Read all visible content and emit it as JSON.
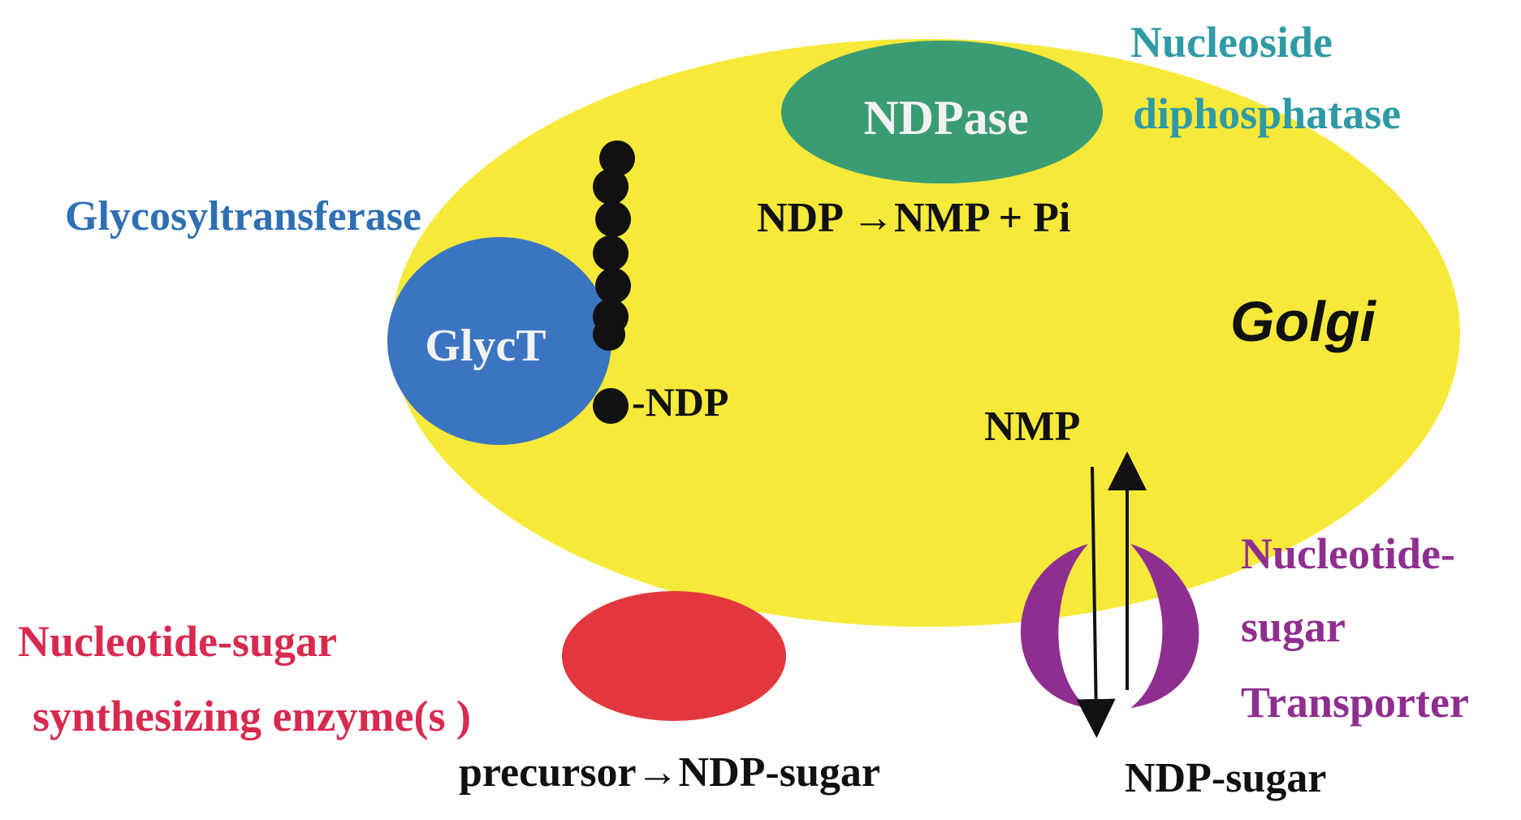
{
  "labels": {
    "nucleoside_diphosphatase_line1": "Nucleoside",
    "nucleoside_diphosphatase_line2": "diphosphatase",
    "ndpase": "NDPase",
    "glycosyltransferase": "Glycosyltransferase",
    "glyct": "GlycT",
    "reaction_ndp_nmp": "NDP →NMP + Pi",
    "golgi": "Golgi",
    "ndp_tag": "-NDP",
    "nmp": "NMP",
    "transporter_line1": "Nucleotide-",
    "transporter_line2": "sugar",
    "transporter_line3": "Transporter",
    "synth_line1": "Nucleotide-sugar",
    "synth_line2": "synthesizing enzyme(s )",
    "precursor_reaction": "precursor→NDP-sugar",
    "ndp_sugar": "NDP-sugar"
  },
  "colors": {
    "golgi": "#f7e93a",
    "ndpase": "#3a9c73",
    "glyct": "#3b74c0",
    "synth_enzyme": "#e2373e",
    "transporter": "#8e2f8f",
    "diphosphatase_text": "#2e9aa5",
    "glycosyl_text": "#2f6fb3",
    "synth_text": "#d82a4f",
    "transporter_text": "#8e2f8f",
    "dark": "#111111"
  }
}
